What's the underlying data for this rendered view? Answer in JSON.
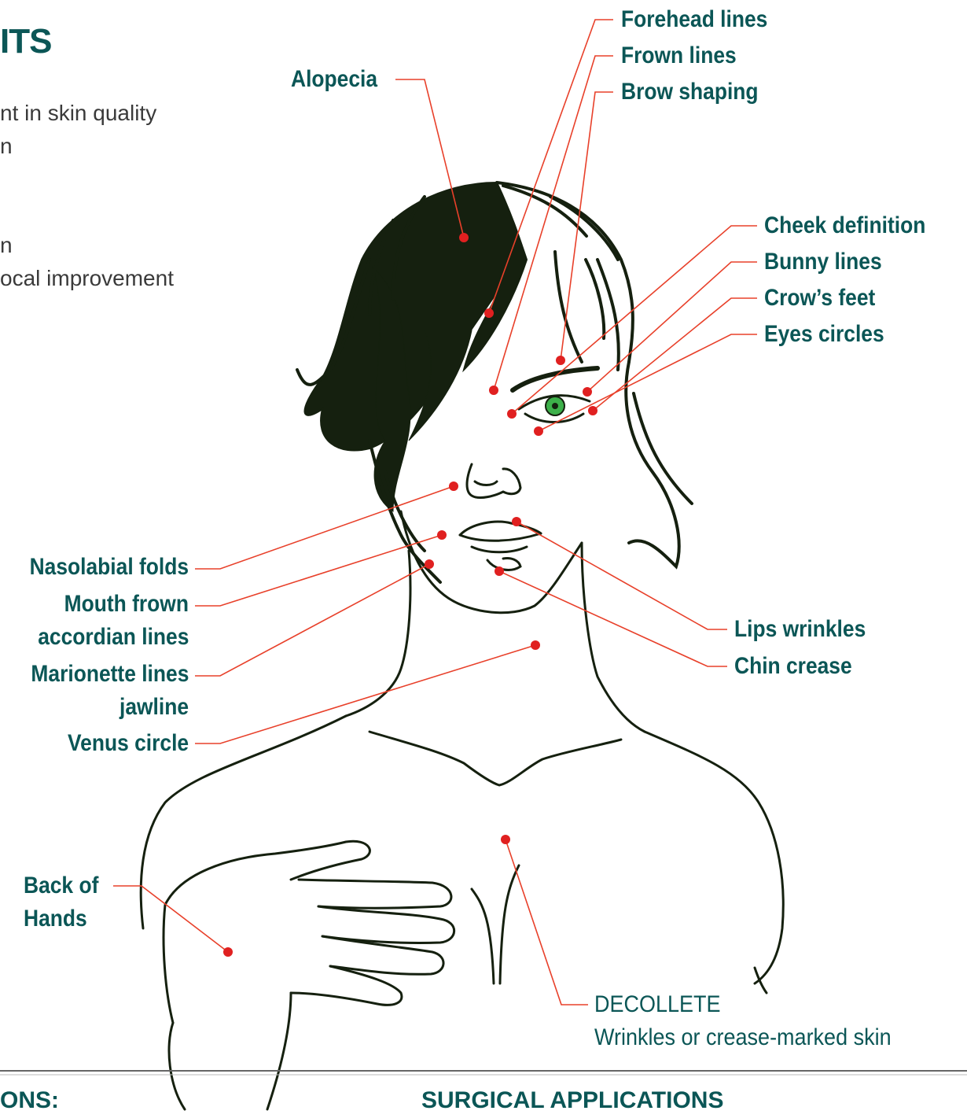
{
  "page": {
    "heading": "ITS",
    "benefits": [
      "nt in skin quality",
      "n",
      "n",
      "ocal improvement"
    ]
  },
  "labels": {
    "forehead_lines": "Forehead lines",
    "frown_lines": "Frown lines",
    "brow_shaping": "Brow shaping",
    "alopecia": "Alopecia",
    "cheek_definition": "Cheek definition",
    "bunny_lines": "Bunny lines",
    "crows_feet": "Crow’s feet",
    "eyes_circles": "Eyes circles",
    "nasolabial_folds": "Nasolabial folds",
    "mouth_frown_1": "Mouth frown",
    "mouth_frown_2": "accordian lines",
    "marionette_1": "Marionette lines",
    "marionette_2": "jawline",
    "venus_circle": "Venus circle",
    "lips_wrinkles": "Lips wrinkles",
    "chin_crease": "Chin crease",
    "back_of_hands_1": "Back of",
    "back_of_hands_2": "Hands",
    "decollete_1": "DECOLLETE",
    "decollete_2": "Wrinkles or crease-marked skin"
  },
  "footer": {
    "left_heading": "ONS:",
    "right_heading": "SURGICAL APPLICATIONS"
  },
  "colors": {
    "label_text": "#0b5656",
    "marker": "#e02020",
    "leader_line": "#e8402a",
    "drawing": "#15200f",
    "eye_iris": "#3db04a"
  }
}
